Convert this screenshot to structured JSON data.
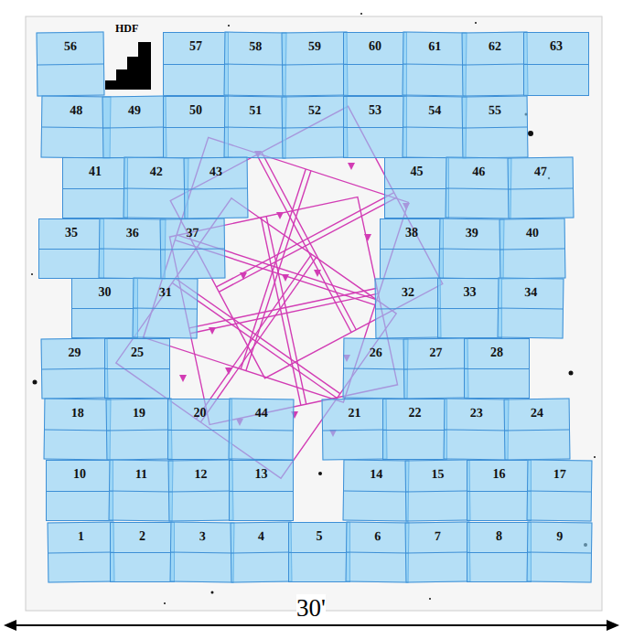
{
  "diagram": {
    "nodes": [
      {
        "text": [
          "56"
        ]
      },
      {
        "text": [
          "57"
        ]
      },
      {
        "text": [
          "58"
        ]
      },
      {
        "text": [
          "59"
        ]
      },
      {
        "text": [
          "60"
        ]
      },
      {
        "text": [
          "61"
        ]
      },
      {
        "text": [
          "62"
        ]
      },
      {
        "text": [
          "63"
        ]
      },
      {
        "text": [
          "48"
        ]
      },
      {
        "text": [
          "49"
        ]
      },
      {
        "text": [
          "50"
        ]
      },
      {
        "text": [
          "51"
        ]
      },
      {
        "text": [
          "52"
        ]
      },
      {
        "text": [
          "53"
        ]
      },
      {
        "text": [
          "54"
        ]
      },
      {
        "text": [
          "55"
        ]
      },
      {
        "text": [
          "41"
        ]
      },
      {
        "text": [
          "42"
        ]
      },
      {
        "text": [
          "43"
        ]
      },
      {
        "text": [
          "45"
        ]
      },
      {
        "text": [
          "46"
        ]
      },
      {
        "text": [
          "47"
        ]
      },
      {
        "text": [
          "35"
        ]
      },
      {
        "text": [
          "36"
        ]
      },
      {
        "text": [
          "37"
        ]
      },
      {
        "text": [
          "38"
        ]
      },
      {
        "text": [
          "39"
        ]
      },
      {
        "text": [
          "40"
        ]
      },
      {
        "text": [
          "30"
        ]
      },
      {
        "text": [
          "31"
        ]
      },
      {
        "text": [
          "32"
        ]
      },
      {
        "text": [
          "33"
        ]
      },
      {
        "text": [
          "34"
        ]
      },
      {
        "text": [
          "29"
        ]
      },
      {
        "text": [
          "25"
        ]
      },
      {
        "text": [
          "26"
        ]
      },
      {
        "text": [
          "27"
        ]
      },
      {
        "text": [
          "28"
        ]
      },
      {
        "text": [
          "18"
        ]
      },
      {
        "text": [
          "19"
        ]
      },
      {
        "text": [
          "20"
        ]
      },
      {
        "text": [
          "44"
        ]
      },
      {
        "text": [
          "21"
        ]
      },
      {
        "text": [
          "22"
        ]
      },
      {
        "text": [
          "23"
        ]
      },
      {
        "text": [
          "24"
        ]
      },
      {
        "text": [
          "10"
        ]
      },
      {
        "text": [
          "11"
        ]
      },
      {
        "text": [
          "12"
        ]
      },
      {
        "text": [
          "13"
        ]
      },
      {
        "text": [
          "14"
        ]
      },
      {
        "text": [
          "15"
        ]
      },
      {
        "text": [
          "16"
        ]
      },
      {
        "text": [
          "17"
        ]
      },
      {
        "text": [
          "1"
        ]
      },
      {
        "text": [
          "2"
        ]
      },
      {
        "text": [
          "3"
        ]
      },
      {
        "text": [
          "4"
        ]
      },
      {
        "text": [
          "5"
        ]
      },
      {
        "text": [
          "6"
        ]
      },
      {
        "text": [
          "7"
        ]
      },
      {
        "text": [
          "8"
        ]
      },
      {
        "text": [
          "9"
        ]
      }
    ],
    "labels": [
      "HDF",
      "30'"
    ]
  }
}
